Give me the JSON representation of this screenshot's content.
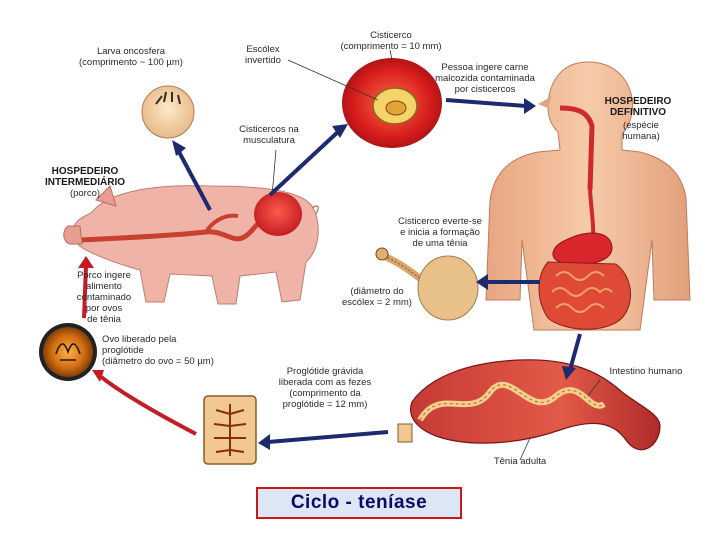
{
  "caption": "Ciclo - teníase",
  "labels": {
    "larva": "Larva oncosfera\n(comprimento ~ 100 µm)",
    "escolex": "Escólex\ninvertido",
    "cisticerco": "Cisticerco\n(comprimento = 10 mm)",
    "pessoa": "Pessoa ingere carne\nmalcozida contaminada\npor cisticercos",
    "hosp_def": "HOSPEDEIRO\nDEFINITIVO",
    "hosp_def_sub": "(espécie\nhumana)",
    "cist_musc": "Cisticercos na\nmusculatura",
    "hosp_int": "HOSPEDEIRO\nINTERMEDIÁRIO",
    "hosp_int_sub": "(porco)",
    "everte": "Cisticerco everte-se\ne inicia a formação\nde uma tênia",
    "diametro": "(diâmetro do\nescólex = 2 mm)",
    "porco_ingere": "Porco ingere\nalimento\ncontaminado\npor ovos\nde tênia",
    "ovo": "Ovo liberado pela\nproglótide\n(diâmetro do ovo = 50 µm)",
    "proglotide": "Proglótide grávida\nliberada com as fezes\n(comprimento da\nproglótide = 12 mm)",
    "intestino": "Intestino humano",
    "tenia": "Tênia adulta"
  },
  "colors": {
    "arrow": "#1c2a6e",
    "arrow_return": "#c41c24",
    "pig": "#f0b3a8",
    "flesh": "#f3c4a0",
    "organ": "#d8262c",
    "caption_border": "#d0141c"
  }
}
